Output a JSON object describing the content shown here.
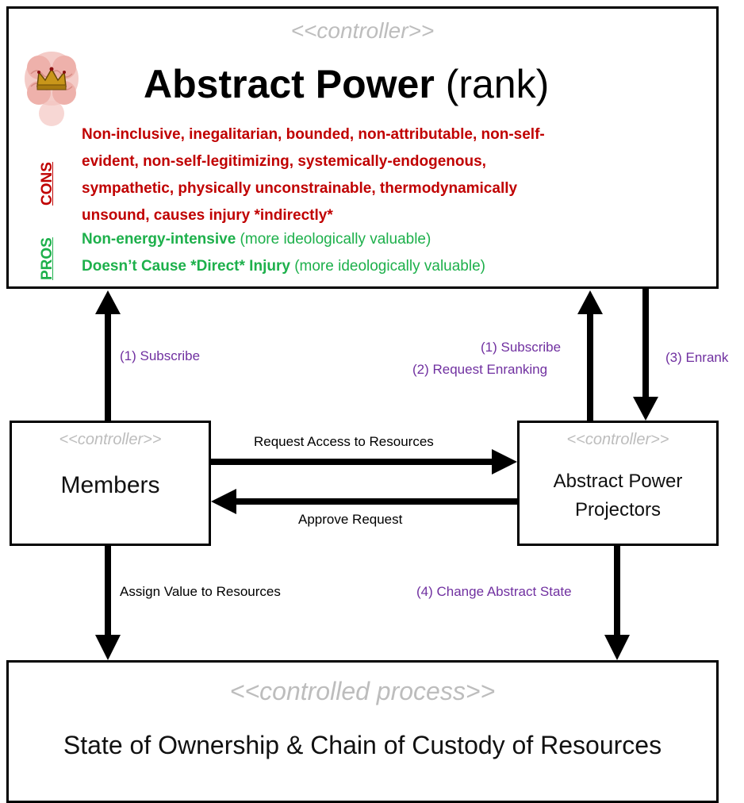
{
  "top_box": {
    "stereotype": "<<controller>>",
    "title_bold": "Abstract Power",
    "title_rest": "(rank)",
    "cons_label": "CONS",
    "pros_label": "PROS",
    "cons_lines": [
      "Non-inclusive, inegalitarian, bounded, non-attributable, non-self-",
      "evident, non-self-legitimizing, systemically-endogenous,",
      "sympathetic, physically unconstrainable, thermodynamically",
      "unsound, causes injury *indirectly*"
    ],
    "pros": [
      {
        "bold": "Non-energy-intensive",
        "rest": "(more ideologically valuable)"
      },
      {
        "bold": "Doesn’t Cause *Direct* Injury",
        "rest": "(more ideologically valuable)"
      }
    ]
  },
  "members": {
    "stereotype": "<<controller>>",
    "name": "Members"
  },
  "projectors": {
    "stereotype": "<<controller>>",
    "name_line1": "Abstract Power",
    "name_line2": "Projectors"
  },
  "process": {
    "stereotype": "<<controlled process>>",
    "name": "State of Ownership & Chain of Custody of Resources"
  },
  "labels": {
    "members_subscribe": "(1) Subscribe",
    "proj_subscribe": "(1) Subscribe",
    "proj_request_enranking": "(2) Request Enranking",
    "enrank": "(3) Enrank",
    "request_access": "Request Access to Resources",
    "approve_request": "Approve Request",
    "assign_value": "Assign Value to Resources",
    "change_state": "(4) Change Abstract State"
  },
  "colors": {
    "cons": "#c00000",
    "pros": "#1db04b",
    "flow_label": "#7030a0",
    "stereotype": "#bdbdbd"
  }
}
